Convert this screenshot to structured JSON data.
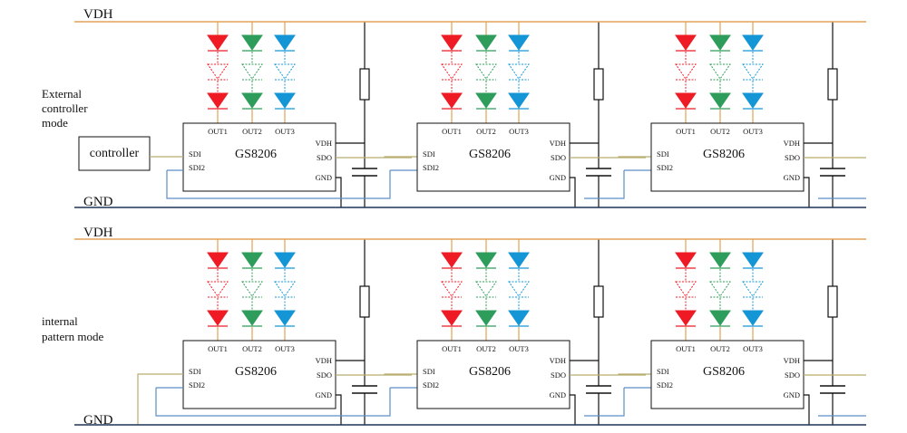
{
  "rails": {
    "vdh": "VDH",
    "gnd": "GND"
  },
  "colors": {
    "vdh_wire": "#e0a455",
    "sdo_wire": "#b9ac6e",
    "sdi2_wire": "#5b8ec6",
    "gnd_wire": "#1f3355",
    "black_wire": "#111111",
    "led_red": "#ee1b24",
    "led_green": "#2e9c5a",
    "led_blue": "#1496d6"
  },
  "chip": {
    "name": "GS8206",
    "pins": {
      "sdi": "SDI",
      "sdi2": "SDI2",
      "vdh": "VDH",
      "sdo": "SDO",
      "gnd": "GND"
    },
    "outputs": [
      "OUT1",
      "OUT2",
      "OUT3"
    ]
  },
  "sections": [
    {
      "mode_label_lines": [
        "External",
        "controller",
        "mode"
      ],
      "controller_label": "controller"
    },
    {
      "mode_label_lines": [
        "internal",
        "pattern mode"
      ]
    }
  ]
}
